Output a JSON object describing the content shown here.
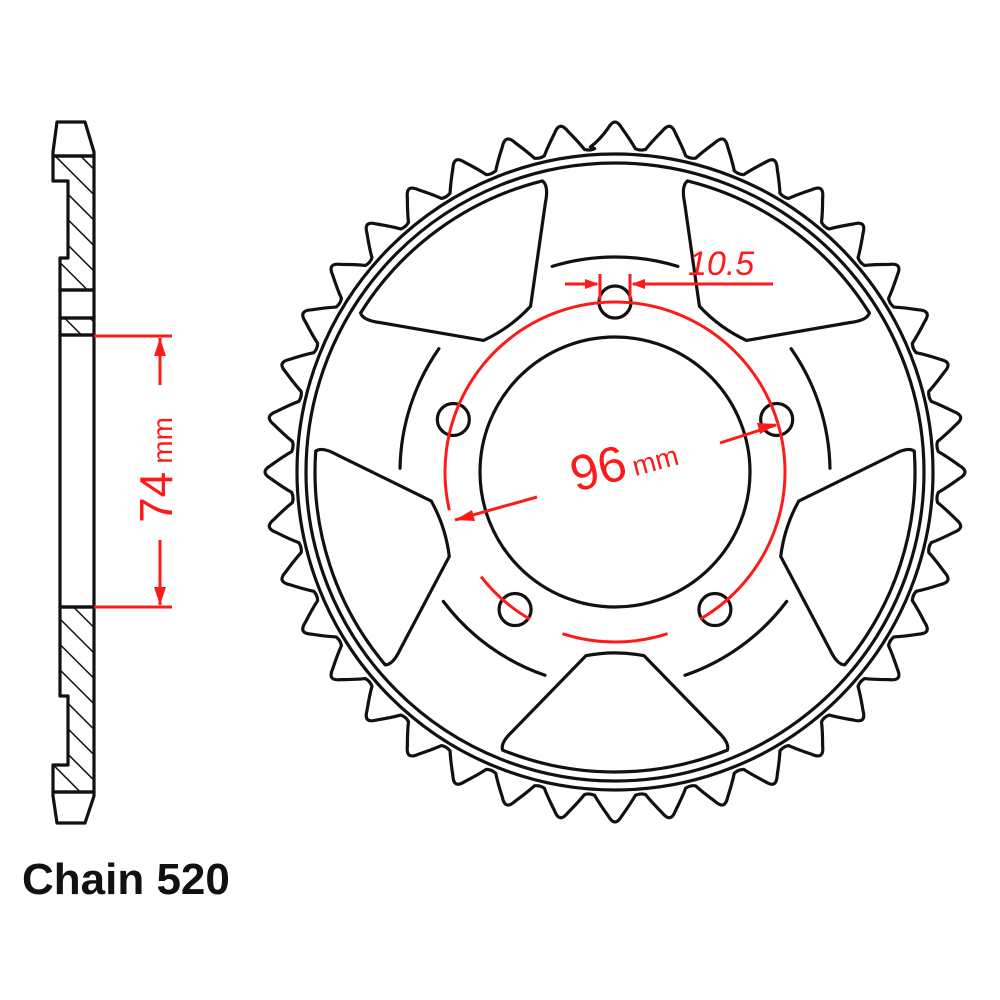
{
  "title": "Rear sprocket technical drawing",
  "caption": {
    "chain_label": "Chain 520"
  },
  "dimensions": {
    "offset_value": "74",
    "offset_unit": "mm",
    "pcd_value": "96",
    "pcd_unit": "mm",
    "bolt_hole_value": "10.5"
  },
  "sprocket": {
    "teeth": 40,
    "bolt_holes": 5,
    "cutouts": 5
  },
  "colors": {
    "outline": "#111111",
    "dimension": "#ff1a1a",
    "background": "#ffffff"
  }
}
